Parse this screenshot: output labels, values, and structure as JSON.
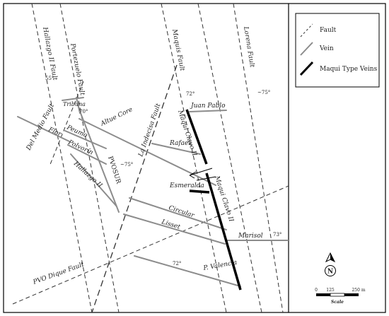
{
  "colors": {
    "fault": "#333333",
    "vein": "#8c8c8c",
    "maqui_vein": "#000000",
    "frame": "#000000",
    "text": "#222222"
  },
  "legend": {
    "fault": "Fault",
    "vein": "Vein",
    "maqui": "Maqui Type Veins"
  },
  "faults": {
    "hallazgo_ii": "Hallazgo II Fault",
    "portezuelo": "Portezuelo Fault",
    "maquis": "Maquis Fault",
    "lorena": "Lorena Fault",
    "la_indecisa": "La Indecisa Fault",
    "del_medio": "Del Medio Fault",
    "pvo_dique": "PVO Dique Fault"
  },
  "veins": {
    "tribuna": "Tribuna",
    "flor": "Flor",
    "peumo": "Peumo",
    "polvorin": "Polvorín",
    "hallazgo_ii": "Hallazgo II",
    "pvosur": "PVOSUR",
    "altue_core": "Altue Core",
    "juan_pablo": "Juan Pablo",
    "rafael": "Rafael",
    "esmeralda": "Esmeralda",
    "circular": "Circular",
    "lisset": "Lisset",
    "marisol": "Marisol",
    "p_valencia": "P. Valencia",
    "maqui_clavo_ii_upper": "Maqui Clavo II",
    "maqui_clavo_ii_lower": "Maqui Clavo II"
  },
  "dips": {
    "d55": "55°",
    "d70": "70°",
    "d75a": "~75°",
    "d72a": "72°",
    "d75b": "~75°",
    "d73": "73°",
    "d72b": "72°"
  },
  "north": "N",
  "scale": {
    "t0": "0",
    "t1": "125",
    "t2": "250 m",
    "label": "Scale"
  }
}
